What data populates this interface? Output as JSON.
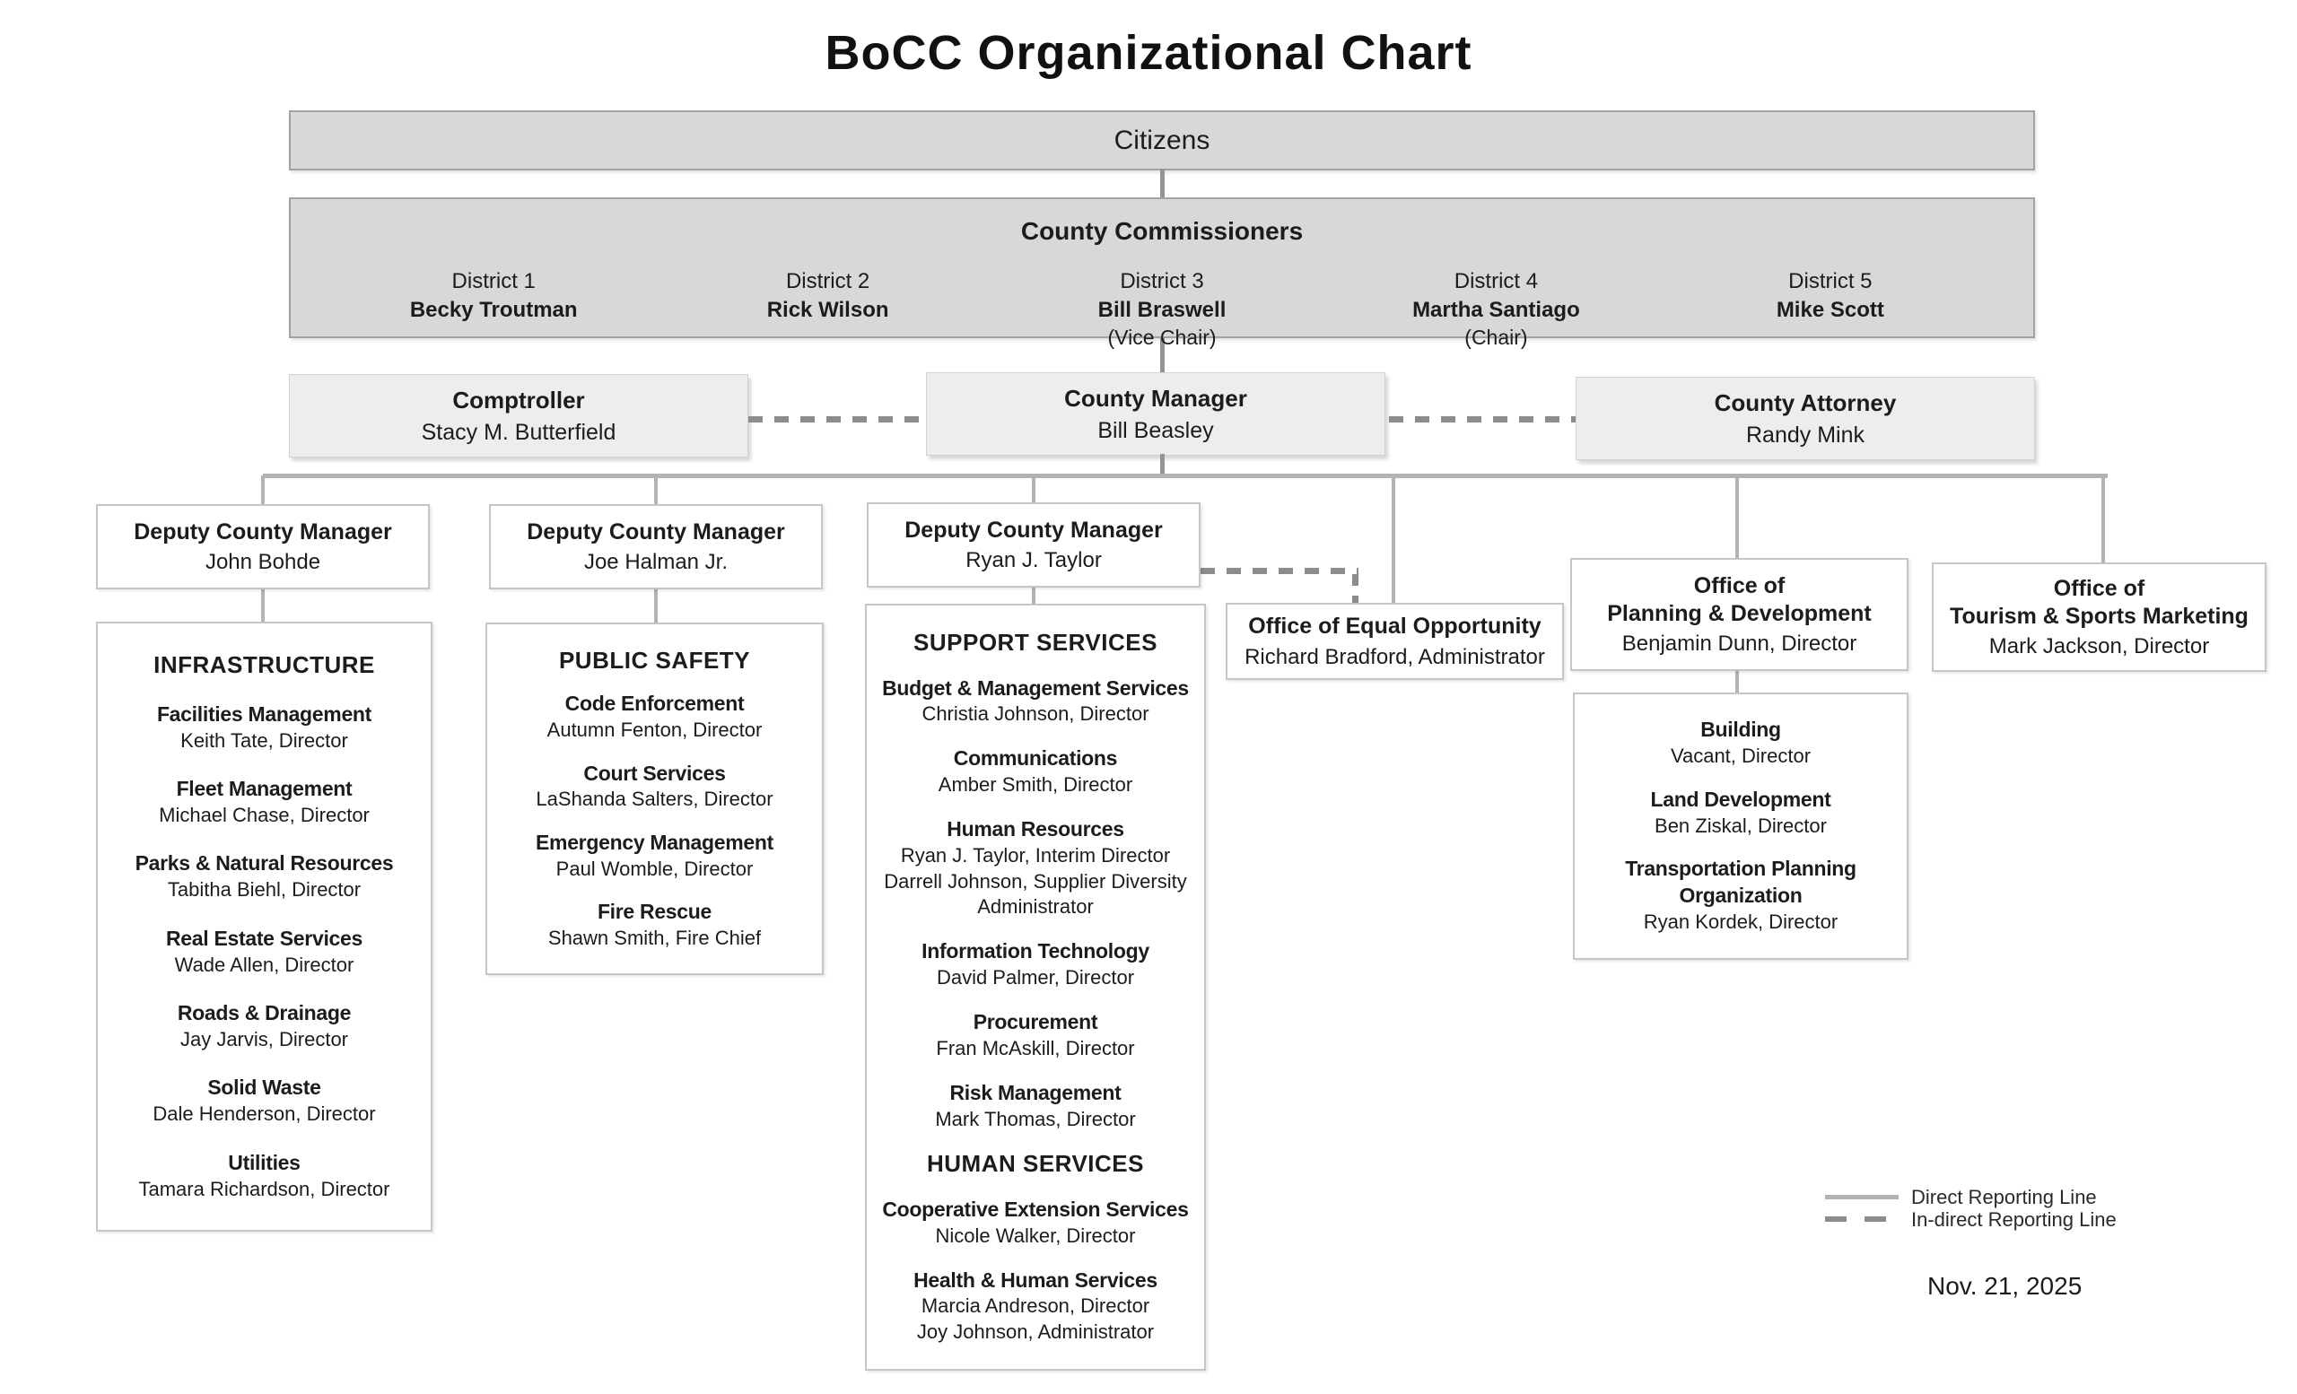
{
  "title": "BoCC Organizational Chart",
  "date": "Nov. 21, 2025",
  "citizens_label": "Citizens",
  "commissioners": {
    "title": "County Commissioners",
    "members": [
      {
        "district": "District 1",
        "name": "Becky Troutman",
        "role": ""
      },
      {
        "district": "District 2",
        "name": "Rick Wilson",
        "role": ""
      },
      {
        "district": "District 3",
        "name": "Bill Braswell",
        "role": "(Vice Chair)"
      },
      {
        "district": "District 4",
        "name": "Martha Santiago",
        "role": "(Chair)"
      },
      {
        "district": "District 5",
        "name": "Mike Scott",
        "role": ""
      }
    ]
  },
  "executives": [
    {
      "title": "Comptroller",
      "name": "Stacy M. Butterfield"
    },
    {
      "title": "County Manager",
      "name": "Bill Beasley"
    },
    {
      "title": "County Attorney",
      "name": "Randy Mink"
    }
  ],
  "deputies": [
    {
      "title": "Deputy County Manager",
      "name": "John Bohde"
    },
    {
      "title": "Deputy County Manager",
      "name": "Joe Halman Jr."
    },
    {
      "title": "Deputy County Manager",
      "name": "Ryan J. Taylor"
    }
  ],
  "offices": {
    "equal_opportunity": {
      "title": "Office of Equal Opportunity",
      "person": "Richard Bradford, Administrator"
    },
    "planning_development": {
      "title_line1": "Office of",
      "title_line2": "Planning & Development",
      "person": "Benjamin Dunn, Director"
    },
    "tourism": {
      "title_line1": "Office of",
      "title_line2": "Tourism & Sports Marketing",
      "person": "Mark Jackson, Director"
    }
  },
  "infrastructure": {
    "header": "INFRASTRUCTURE",
    "items": [
      {
        "dept": "Facilities Management",
        "person": "Keith Tate, Director"
      },
      {
        "dept": "Fleet Management",
        "person": "Michael Chase, Director"
      },
      {
        "dept": "Parks & Natural Resources",
        "person": "Tabitha Biehl, Director"
      },
      {
        "dept": "Real Estate Services",
        "person": "Wade Allen, Director"
      },
      {
        "dept": "Roads & Drainage",
        "person": "Jay Jarvis, Director"
      },
      {
        "dept": "Solid Waste",
        "person": "Dale Henderson, Director"
      },
      {
        "dept": "Utilities",
        "person": "Tamara Richardson, Director"
      }
    ]
  },
  "public_safety": {
    "header": "PUBLIC SAFETY",
    "items": [
      {
        "dept": "Code Enforcement",
        "person": "Autumn Fenton, Director"
      },
      {
        "dept": "Court Services",
        "person": "LaShanda Salters, Director"
      },
      {
        "dept": "Emergency Management",
        "person": "Paul Womble, Director"
      },
      {
        "dept": "Fire Rescue",
        "person": "Shawn Smith, Fire Chief"
      }
    ]
  },
  "support_services": {
    "header": "SUPPORT SERVICES",
    "items": [
      {
        "dept": "Budget & Management Services",
        "person": "Christia Johnson, Director"
      },
      {
        "dept": "Communications",
        "person": "Amber Smith, Director"
      },
      {
        "dept": "Human Resources",
        "person": "Ryan J. Taylor, Interim Director",
        "person2": "Darrell Johnson, Supplier Diversity Administrator"
      },
      {
        "dept": "Information Technology",
        "person": "David Palmer, Director"
      },
      {
        "dept": "Procurement",
        "person": "Fran McAskill, Director"
      },
      {
        "dept": "Risk Management",
        "person": "Mark Thomas, Director"
      }
    ]
  },
  "human_services": {
    "header": "HUMAN SERVICES",
    "items": [
      {
        "dept": "Cooperative Extension Services",
        "person": "Nicole Walker, Director"
      },
      {
        "dept": "Health & Human Services",
        "person": "Marcia Andreson, Director",
        "person2": "Joy Johnson, Administrator"
      }
    ]
  },
  "planning_sub": {
    "items": [
      {
        "dept": "Building",
        "person": "Vacant, Director"
      },
      {
        "dept": "Land Development",
        "person": "Ben Ziskal, Director"
      },
      {
        "dept": "Transportation Planning Organization",
        "person": "Ryan Kordek, Director"
      }
    ]
  },
  "legend": {
    "direct": "Direct Reporting Line",
    "indirect": "In-direct Reporting Line"
  }
}
